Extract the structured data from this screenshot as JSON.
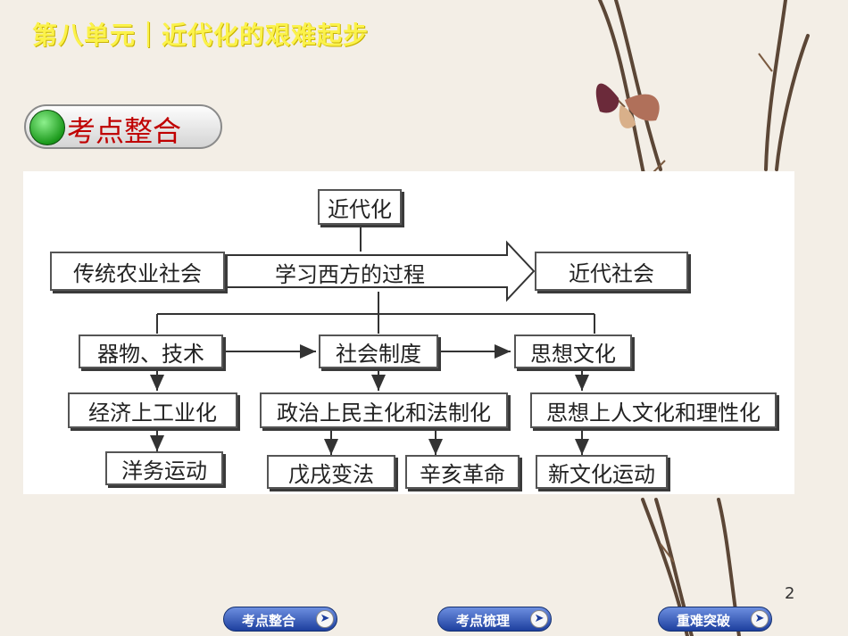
{
  "header": {
    "unit_title": "第八单元｜近代化的艰难起步"
  },
  "section": {
    "badge_label": "考点整合"
  },
  "diagram": {
    "top_node": "近代化",
    "left_node": "传统农业社会",
    "process_label": "学习西方的过程",
    "right_node": "近代社会",
    "level1": [
      "器物、技术",
      "社会制度",
      "思想文化"
    ],
    "level2": [
      "经济上工业化",
      "政治上民主化和法制化",
      "思想上人文化和理性化"
    ],
    "level3": [
      "洋务运动",
      "戊戌变法",
      "辛亥革命",
      "新文化运动"
    ]
  },
  "page_number": "2",
  "nav": {
    "buttons": [
      "考点整合",
      "考点梳理",
      "重难突破"
    ],
    "arrow_icon": "chevron-right-icon"
  }
}
